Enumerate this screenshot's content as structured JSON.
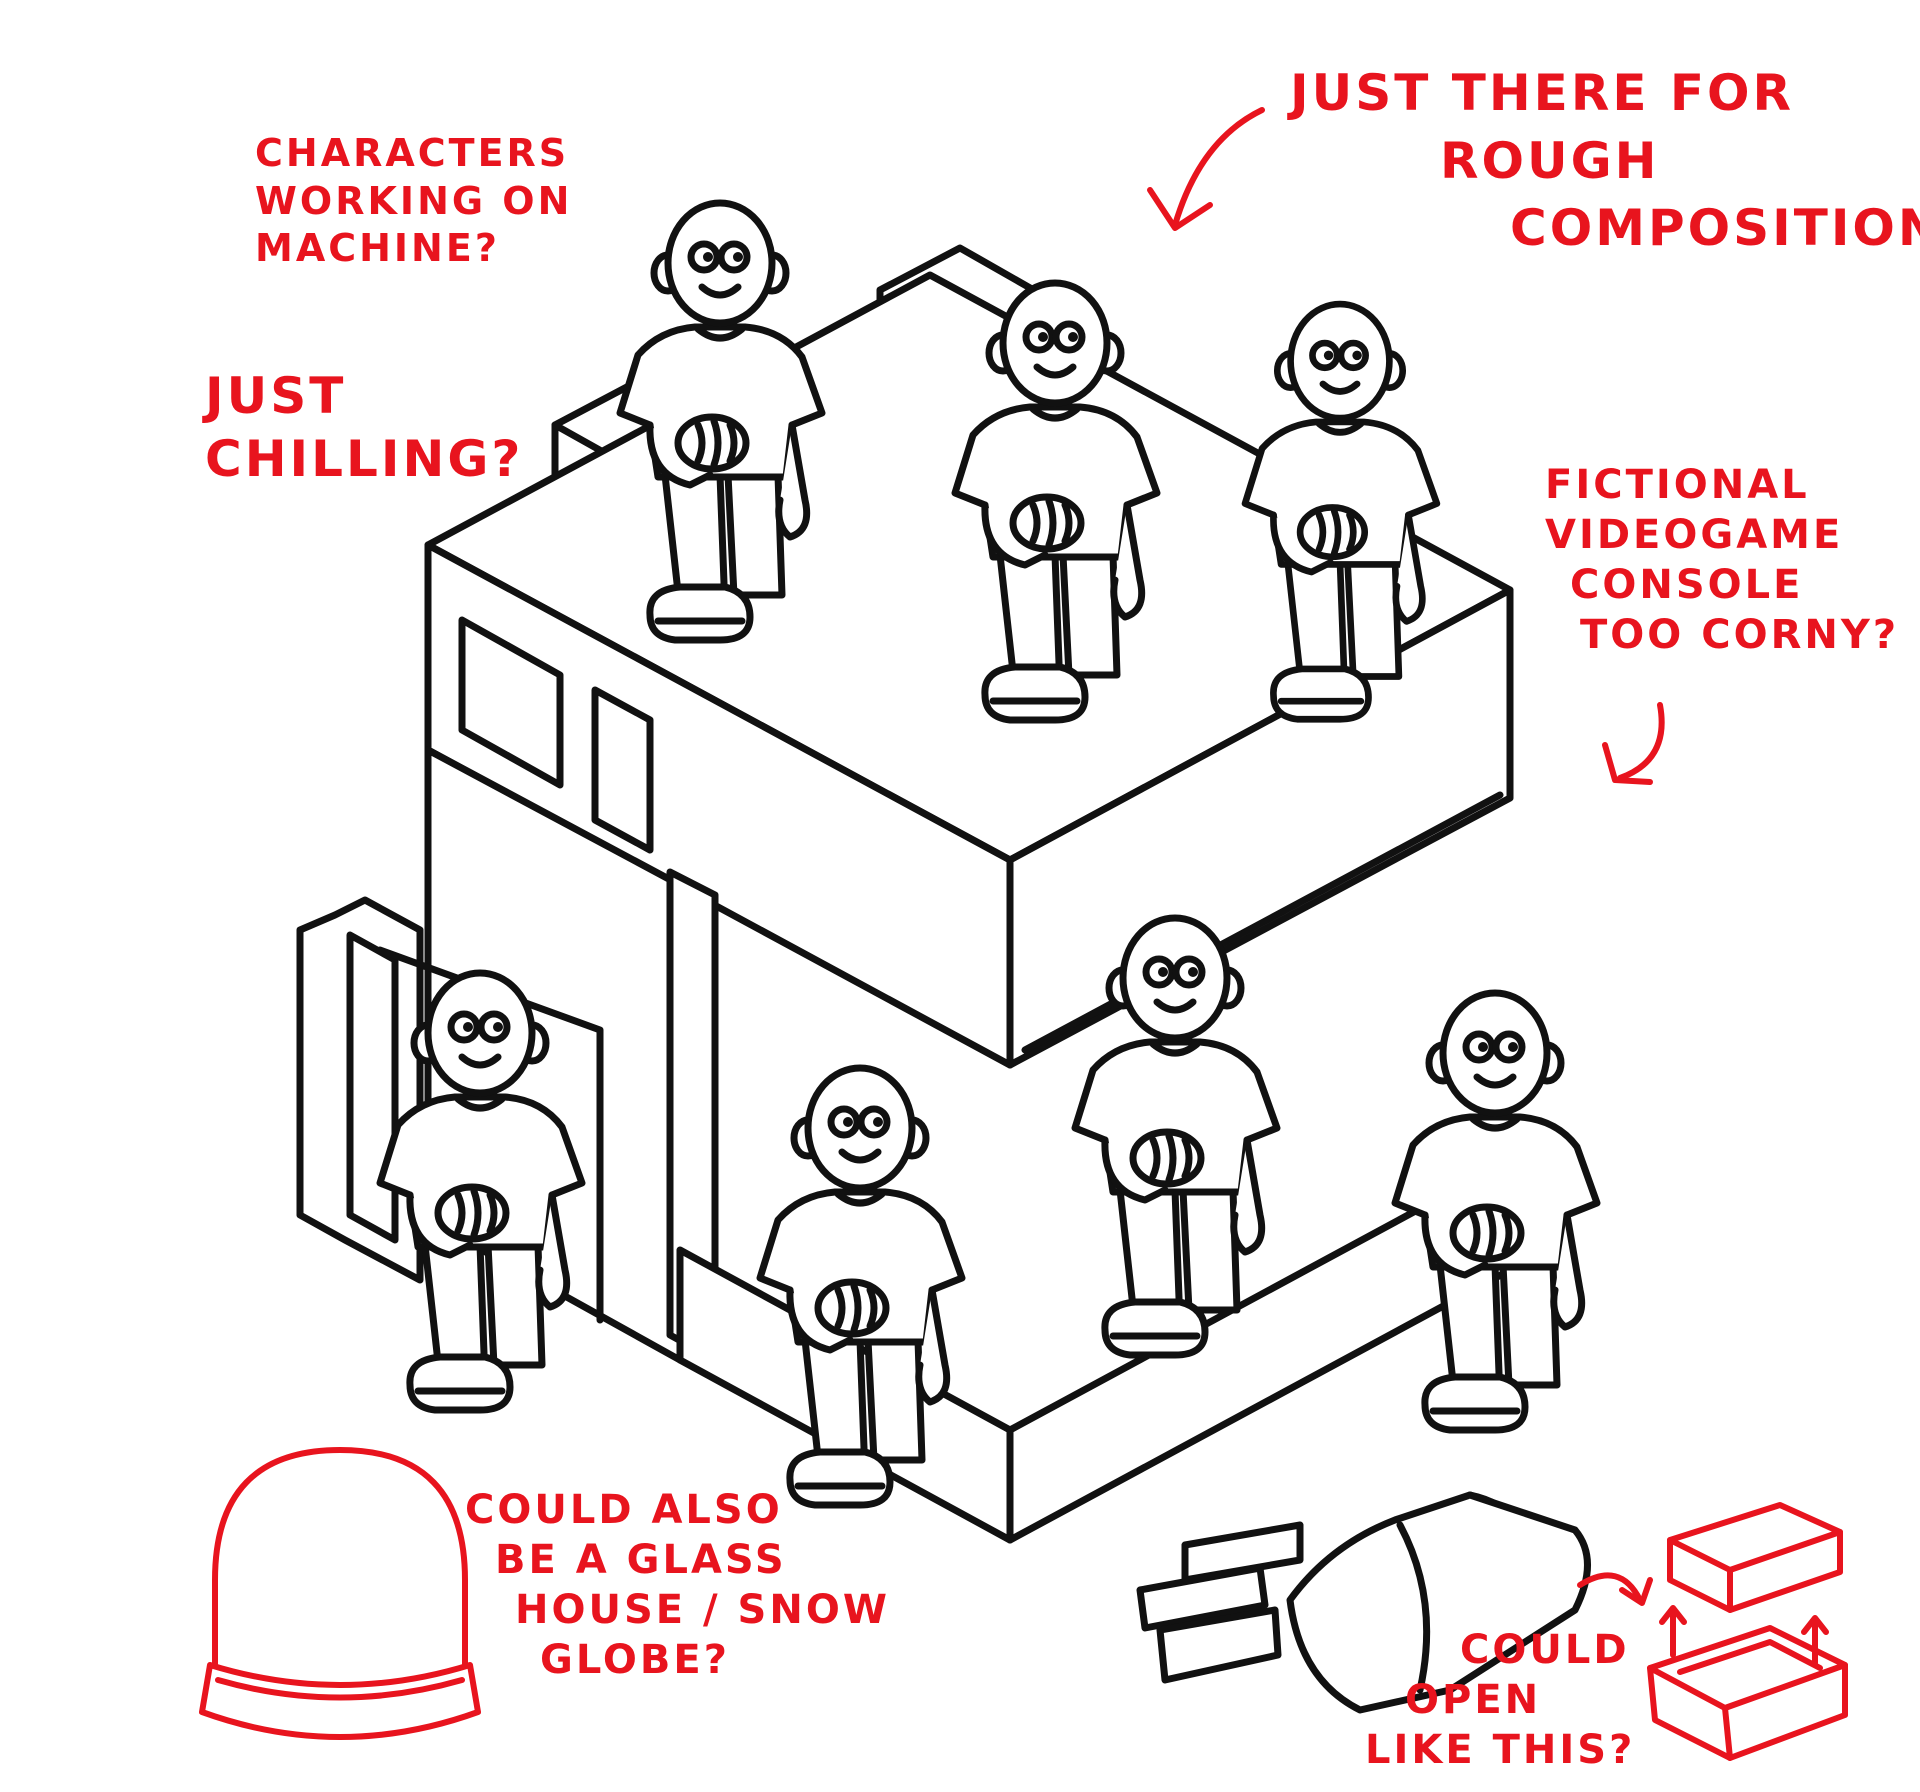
{
  "notes": {
    "characters": [
      "CHARACTERS",
      "WORKING ON",
      "MACHINE?"
    ],
    "chilling": [
      "JUST",
      "CHILLING?"
    ],
    "composition": [
      "JUST THERE FOR",
      "ROUGH",
      "COMPOSITION"
    ],
    "console": [
      "FICTIONAL",
      "VIDEOGAME",
      "CONSOLE",
      "TOO CORNY?"
    ],
    "glass": [
      "COULD ALSO",
      "BE A GLASS",
      "HOUSE / SNOW",
      "GLOBE?"
    ],
    "open": [
      "COULD",
      "OPEN",
      "LIKE THIS?"
    ]
  },
  "colors": {
    "ink": "#111111",
    "annotation": "#e8141e",
    "paper": "#ffffff"
  }
}
